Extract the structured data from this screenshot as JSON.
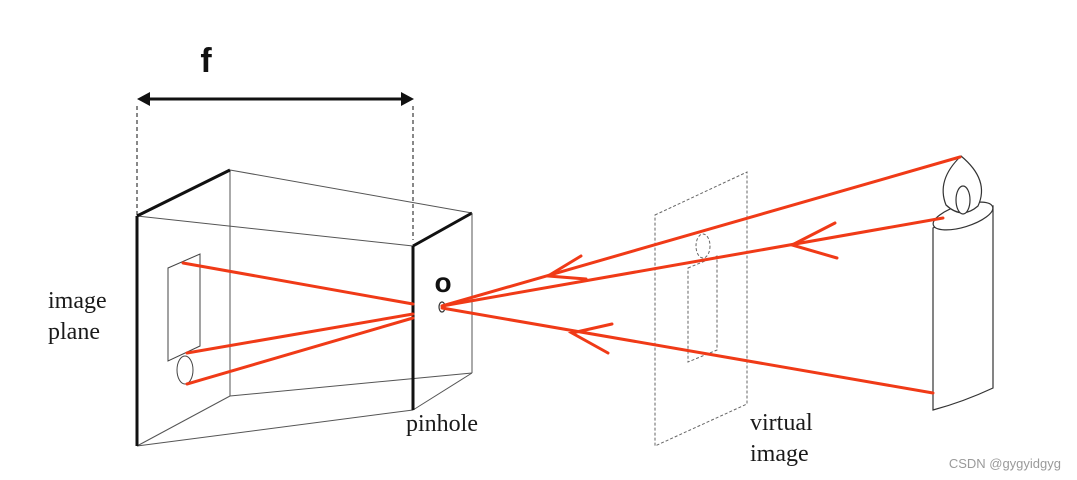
{
  "labels": {
    "focal_length": "f",
    "optical_center": "o",
    "image_plane_line1": "image",
    "image_plane_line2": "plane",
    "pinhole": "pinhole",
    "virtual_image_line1": "virtual",
    "virtual_image_line2": "image",
    "watermark": "CSDN @gygyidgyg"
  },
  "colors": {
    "ray": "#f03a17",
    "line": "#222222",
    "thin_line": "#555555",
    "watermark": "#9a9a9a"
  },
  "icons": {
    "arrow": "double-headed-arrow",
    "candle": "candle-object",
    "ray_arrowheads": "chevron-arrowheads"
  }
}
